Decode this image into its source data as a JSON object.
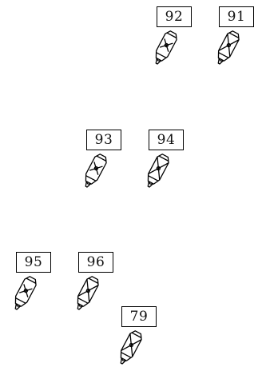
{
  "stands": [
    {
      "id": "s92",
      "label": "92",
      "variant": "single-cross"
    },
    {
      "id": "s91",
      "label": "91",
      "variant": "double-cross"
    },
    {
      "id": "s93",
      "label": "93",
      "variant": "single-cross"
    },
    {
      "id": "s94",
      "label": "94",
      "variant": "double-cross"
    },
    {
      "id": "s95",
      "label": "95",
      "variant": "single-cross"
    },
    {
      "id": "s96",
      "label": "96",
      "variant": "double-cross"
    },
    {
      "id": "s79",
      "label": "79",
      "variant": "double-cross"
    }
  ],
  "colors": {
    "line": "#000000",
    "background": "#ffffff"
  }
}
